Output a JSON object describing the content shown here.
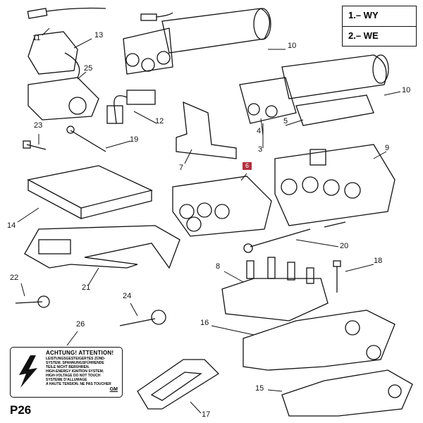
{
  "legend": {
    "items": [
      "1.– WY",
      "2.– WE"
    ]
  },
  "callouts": [
    "11",
    "13",
    "25",
    "12",
    "23",
    "19",
    "7",
    "6",
    "3",
    "4",
    "5",
    "10",
    "10",
    "9",
    "14",
    "21",
    "22",
    "20",
    "8",
    "18",
    "24",
    "16",
    "26",
    "15",
    "17"
  ],
  "highlighted_callout": "6",
  "highlight_color": "#b03040",
  "warning_label": {
    "heading": "ACHTUNG! ATTENTION!",
    "lines": [
      "LEISTUNGSGESTEIGERTES ZÜND-",
      "SYSTEM. SPANNUNGSFÜHRENDE",
      "TEILE NICHT BERÜHREN.",
      "HIGH-ENERGY IGNITION SYSTEM.",
      "HIGH-VOLTAGE DO NOT TOUCH",
      "SYSTEME D'ALLUMAGE",
      "A HAUTE TENSION. NE PAS TOUCHER"
    ],
    "brand": "GM",
    "icon": "lightning-bolt-icon"
  },
  "page_code": "P26"
}
